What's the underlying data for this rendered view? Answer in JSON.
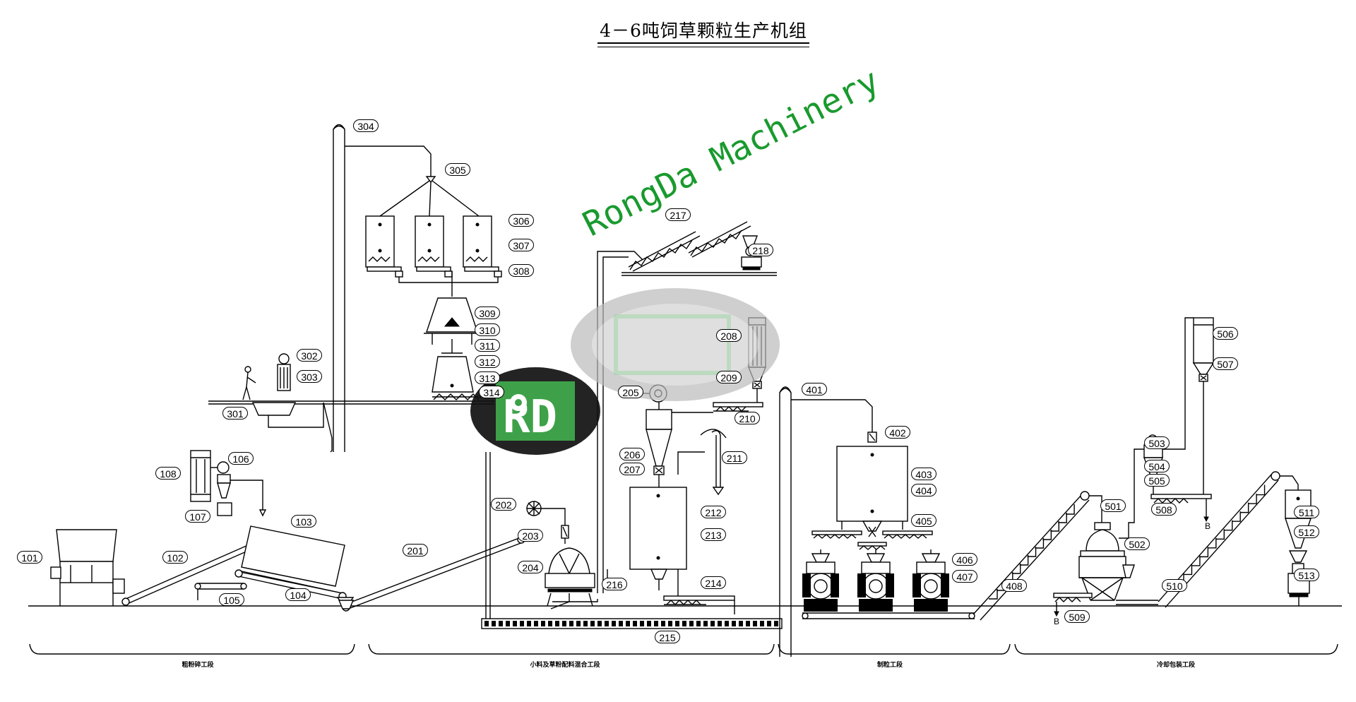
{
  "title": "4－6吨饲草颗粒生产机组",
  "watermark": {
    "text": "RongDa Machinery",
    "logo_letters": "RD",
    "text_color": "#199a2e",
    "logo_color": "#2e9a3a",
    "badge_color": "#111111",
    "oval_color": "#b9b9b9"
  },
  "labels": [
    {
      "id": "101"
    },
    {
      "id": "102"
    },
    {
      "id": "103"
    },
    {
      "id": "104"
    },
    {
      "id": "105"
    },
    {
      "id": "106"
    },
    {
      "id": "107"
    },
    {
      "id": "108"
    },
    {
      "id": "201"
    },
    {
      "id": "202"
    },
    {
      "id": "203"
    },
    {
      "id": "204"
    },
    {
      "id": "205"
    },
    {
      "id": "206"
    },
    {
      "id": "207"
    },
    {
      "id": "208"
    },
    {
      "id": "209"
    },
    {
      "id": "210"
    },
    {
      "id": "211"
    },
    {
      "id": "212"
    },
    {
      "id": "213"
    },
    {
      "id": "214"
    },
    {
      "id": "215"
    },
    {
      "id": "216"
    },
    {
      "id": "217"
    },
    {
      "id": "218"
    },
    {
      "id": "301"
    },
    {
      "id": "302"
    },
    {
      "id": "303"
    },
    {
      "id": "304"
    },
    {
      "id": "305"
    },
    {
      "id": "306"
    },
    {
      "id": "307"
    },
    {
      "id": "308"
    },
    {
      "id": "309"
    },
    {
      "id": "310"
    },
    {
      "id": "311"
    },
    {
      "id": "312"
    },
    {
      "id": "313"
    },
    {
      "id": "314"
    },
    {
      "id": "401"
    },
    {
      "id": "402"
    },
    {
      "id": "403"
    },
    {
      "id": "404"
    },
    {
      "id": "405"
    },
    {
      "id": "406"
    },
    {
      "id": "407"
    },
    {
      "id": "408"
    },
    {
      "id": "501"
    },
    {
      "id": "502"
    },
    {
      "id": "503"
    },
    {
      "id": "504"
    },
    {
      "id": "505"
    },
    {
      "id": "506"
    },
    {
      "id": "507"
    },
    {
      "id": "508"
    },
    {
      "id": "509"
    },
    {
      "id": "510"
    },
    {
      "id": "511"
    },
    {
      "id": "512"
    },
    {
      "id": "513"
    }
  ],
  "markers": [
    "B",
    "B"
  ],
  "sections": [
    {
      "name": "粗粉碎工段"
    },
    {
      "name": "小料及草粉配料混合工段"
    },
    {
      "name": "制粒工段"
    },
    {
      "name": "冷却包装工段"
    }
  ]
}
